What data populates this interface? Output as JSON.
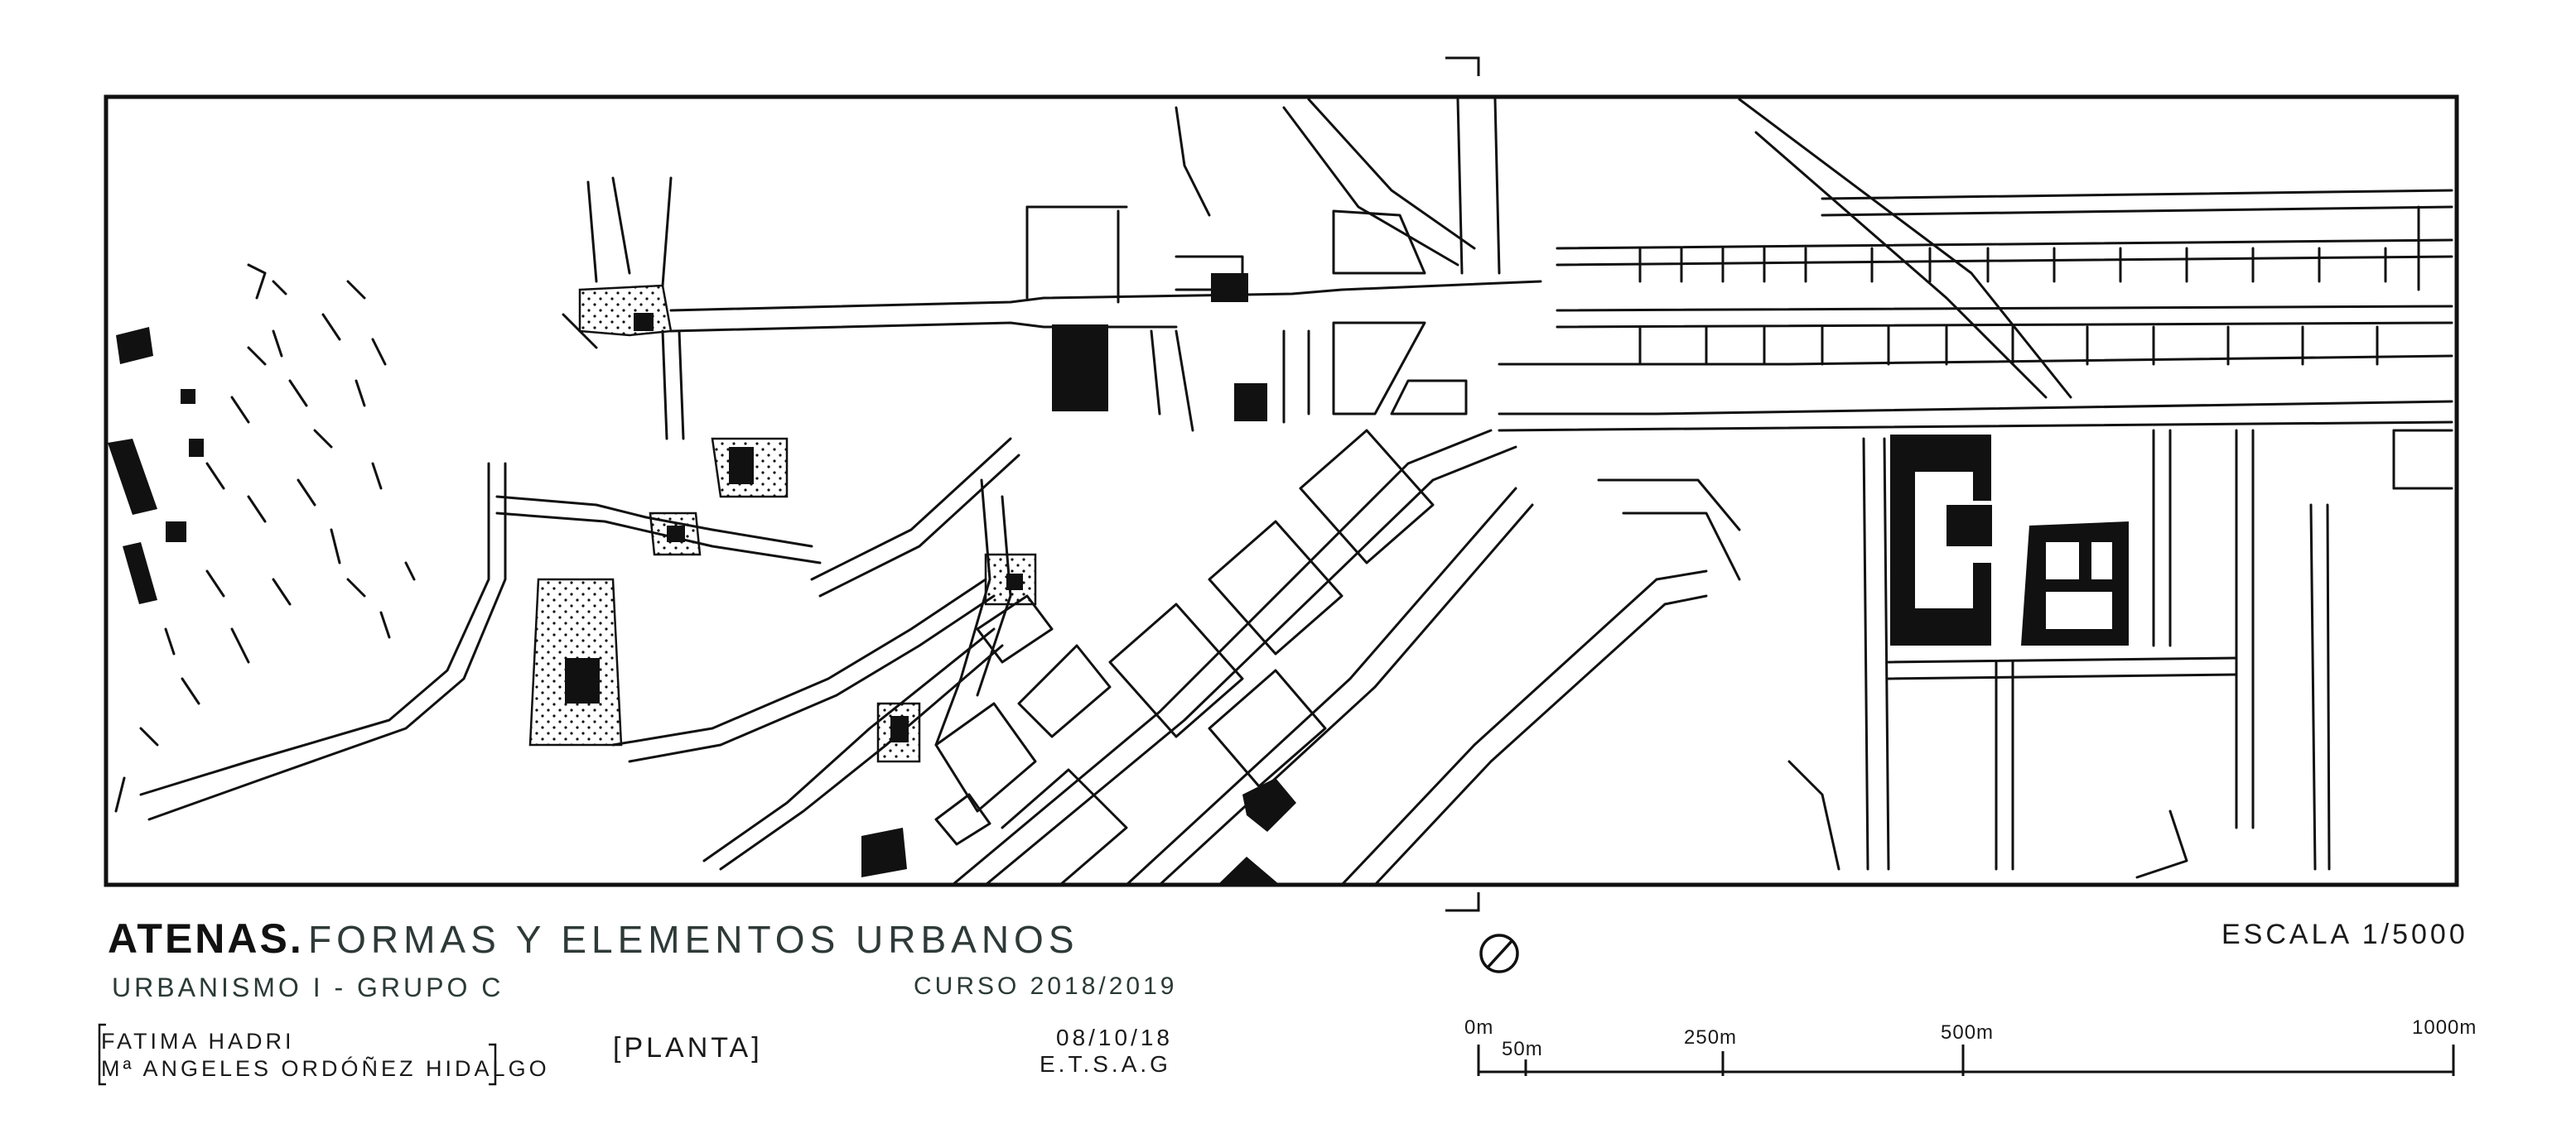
{
  "title": {
    "main": "ATENAS.",
    "subtitle": "FORMAS Y ELEMENTOS URBANOS"
  },
  "course": {
    "name": "URBANISMO I - GRUPO C",
    "year": "CURSO 2018/2019"
  },
  "authors": [
    "FATIMA HADRI",
    "Mª ANGELES ORDÓÑEZ HIDALGO"
  ],
  "view_label": "[PLANTA]",
  "date": "08/10/18",
  "school": "E.T.S.A.G",
  "scale": {
    "label": "ESCALA 1/5000",
    "ticks": [
      "0m",
      "50m",
      "250m",
      "500m",
      "1000m"
    ]
  },
  "icons": {
    "orientation": "north-arrow-icon"
  },
  "colors": {
    "ink": "#111111",
    "paper": "#ffffff",
    "title_ink": "#2e3a38"
  }
}
